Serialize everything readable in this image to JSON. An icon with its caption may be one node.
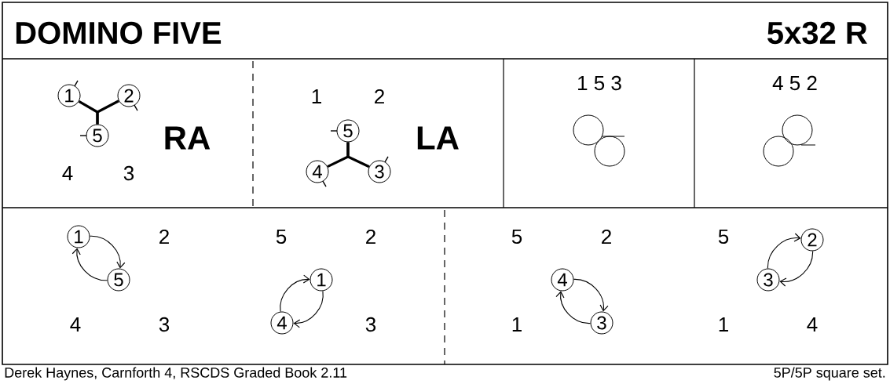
{
  "diagram": {
    "title": "DOMINO FIVE",
    "caption": "Derek Haynes, Carnforth 4, RSCDS Graded Book 2.11",
    "nodes": [
      {
        "text": [
          "1"
        ]
      },
      {
        "text": [
          "2"
        ]
      },
      {
        "text": [
          "5"
        ]
      },
      {
        "text": [
          "5"
        ]
      },
      {
        "text": [
          "4"
        ]
      },
      {
        "text": [
          "3"
        ]
      },
      {
        "text": [
          "1"
        ]
      },
      {
        "text": [
          "5"
        ]
      },
      {
        "text": [
          "1"
        ]
      },
      {
        "text": [
          "4"
        ]
      },
      {
        "text": [
          "4"
        ]
      },
      {
        "text": [
          "3"
        ]
      },
      {
        "text": [
          "2"
        ]
      },
      {
        "text": [
          "3"
        ]
      }
    ],
    "edges": [
      {
        "from": 2,
        "to": 0,
        "arrow": "none",
        "style": "thick"
      },
      {
        "from": 2,
        "to": 1,
        "arrow": "none",
        "style": "thick"
      },
      {
        "from": 3,
        "to": 4,
        "arrow": "none",
        "style": "thick"
      },
      {
        "from": 3,
        "to": 5,
        "arrow": "none",
        "style": "thick"
      },
      {
        "from": 6,
        "to": 7,
        "arrow": "to"
      },
      {
        "from": 7,
        "to": 6,
        "arrow": "to"
      },
      {
        "from": 8,
        "to": 9,
        "arrow": "to"
      },
      {
        "from": 9,
        "to": 8,
        "arrow": "to"
      },
      {
        "from": 10,
        "to": 11,
        "arrow": "to"
      },
      {
        "from": 11,
        "to": 10,
        "arrow": "to"
      },
      {
        "from": 12,
        "to": 13,
        "arrow": "to"
      },
      {
        "from": 13,
        "to": 12,
        "arrow": "to"
      }
    ],
    "labels": [
      "5x32 R",
      "RA",
      "4",
      "3",
      "1",
      "2",
      "LA",
      "1 5 3",
      "4 5 2",
      "2",
      "4",
      "3",
      "5",
      "2",
      "3",
      "5",
      "2",
      "1",
      "5",
      "1",
      "4",
      "5P/5P square set."
    ]
  }
}
